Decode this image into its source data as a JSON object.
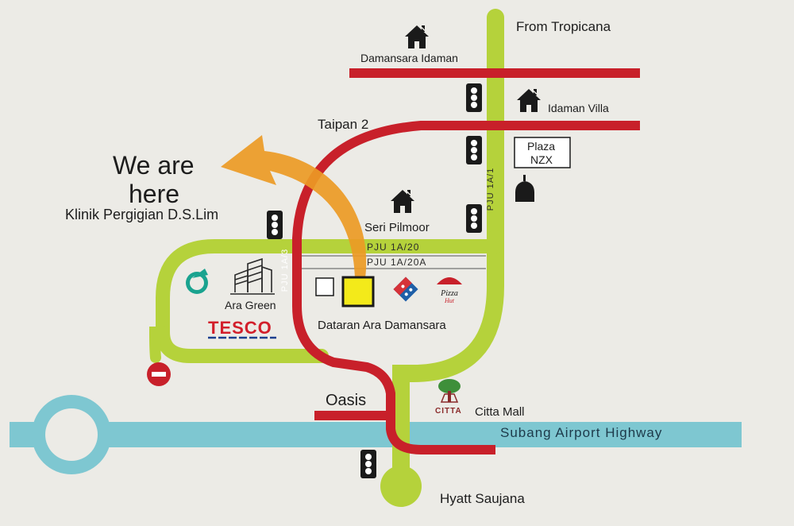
{
  "colors": {
    "background": "#ecebe6",
    "green_road": "#b5d23b",
    "red_road": "#c8202a",
    "highway": "#7ec7d1",
    "arrow": "#eb9a25",
    "poi_square": "#f3ea1a"
  },
  "headline": {
    "line1": "We are",
    "line2": "here"
  },
  "clinic_name": "Klinik Pergigian D.S.Lim",
  "places": {
    "from_tropicana": "From Tropicana",
    "damansara_idaman": "Damansara Idaman",
    "idaman_villa": "Idaman Villa",
    "taipan": "Taipan 2",
    "plaza_nzx_line1": "Plaza",
    "plaza_nzx_line2": "NZX",
    "seri_pilmoor": "Seri Pilmoor",
    "ara_green": "Ara Green",
    "tesco": "TESCO",
    "dataran": "Dataran Ara Damansara",
    "oasis": "Oasis",
    "citta_logo": "CITTA",
    "citta_mall": "Citta Mall",
    "hyatt": "Hyatt Saujana"
  },
  "roads": {
    "pju_1a20": "PJU 1A/20",
    "pju_1a20a": "PJU 1A/20A",
    "pju_1a3": "PJU 1A/3",
    "pju_1a1": "PJU 1A/1",
    "highway": "Subang Airport Highway"
  },
  "icons": [
    "house-icon",
    "traffic-light-icon",
    "mosque-icon",
    "petronas-logo-icon",
    "building-icon",
    "dominos-logo-icon",
    "pizza-hut-logo-icon",
    "tree-logo-icon",
    "no-entry-icon"
  ]
}
